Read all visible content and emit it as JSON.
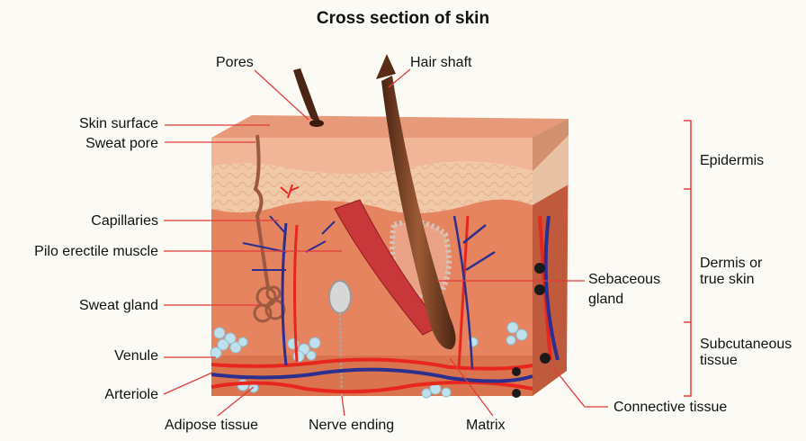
{
  "title": "Cross section of skin",
  "labels": {
    "pores": "Pores",
    "hair_shaft": "Hair shaft",
    "skin_surface": "Skin surface",
    "sweat_pore": "Sweat pore",
    "capillaries": "Capillaries",
    "pilo_erectile_muscle": "Pilo erectile muscle",
    "sweat_gland": "Sweat gland",
    "venule": "Venule",
    "arteriole": "Arteriole",
    "adipose_tissue": "Adipose tissue",
    "nerve_ending": "Nerve ending",
    "matrix": "Matrix",
    "sebaceous_gland": "Sebaceous\ngland",
    "epidermis": "Epidermis",
    "dermis": "Dermis or\ntrue skin",
    "subcutaneous": "Subcutaneous\ntissue",
    "connective_tissue": "Connective tissue"
  },
  "colors": {
    "leader": "#e23b3b",
    "epidermis": "#d98a6a",
    "dermis": "#e2805e",
    "artery": "#e8261e",
    "vein": "#2b2f8f",
    "hair": "#6b3a22",
    "fat": "#bfe0ec"
  }
}
